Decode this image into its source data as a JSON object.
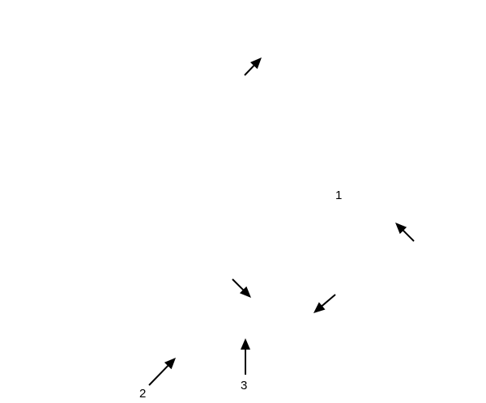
{
  "colors": {
    "background": "#ffffff",
    "arrow_stroke": "#000000",
    "arrow_fill": "#000000",
    "label": "#000000"
  },
  "labels": {
    "label_1": "1",
    "label_2": "2",
    "label_3": "3"
  },
  "arrows": [
    {
      "id": "arrow-1",
      "icon": "arrow-up-right-icon"
    },
    {
      "id": "arrow-2",
      "icon": "arrow-up-left-icon"
    },
    {
      "id": "arrow-3",
      "icon": "arrow-down-right-icon"
    },
    {
      "id": "arrow-4",
      "icon": "arrow-down-left-icon"
    },
    {
      "id": "arrow-5",
      "icon": "arrow-up-right-icon"
    },
    {
      "id": "arrow-6",
      "icon": "arrow-up-icon"
    }
  ]
}
